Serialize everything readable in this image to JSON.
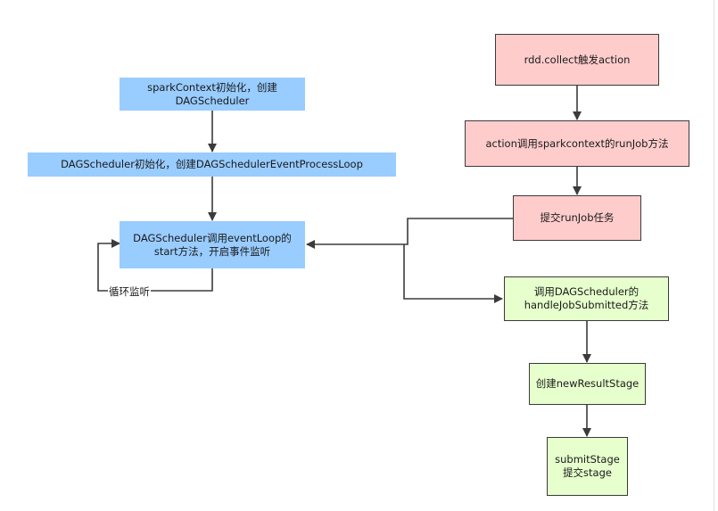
{
  "nodes": {
    "spark_context_init": "sparkContext初始化，创建\nDAGScheduler",
    "dagscheduler_init": "DAGScheduler初始化，创建DAGSchedulerEventProcessLoop",
    "event_loop_start": "DAGScheduler调用eventLoop的\nstart方法，开启事件监听",
    "rdd_collect": "rdd.collect触发action",
    "action_runjob": "action调用sparkcontext的runJob方法",
    "submit_runjob": "提交runJob任务",
    "handle_job_submitted": "调用DAGScheduler的\nhandleJobSubmitted方法",
    "new_result_stage": "创建newResultStage",
    "submit_stage": "submitStage\n提交stage"
  },
  "edge_labels": {
    "loop": "循环监听"
  },
  "colors": {
    "blue_fill": "#99ccff",
    "pink_fill": "#ffcccc",
    "green_fill": "#e6ffcc",
    "line": "#3b3b3b"
  }
}
